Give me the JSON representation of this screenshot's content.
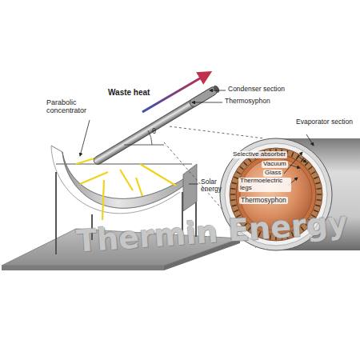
{
  "diagram": {
    "labels": [
      "Waste heat",
      "Condenser section",
      "Thermosyphon",
      "θ",
      "Parabolic concentrator",
      "Solar energy",
      "Evaporator section",
      "Selective absorber",
      "Vacuum",
      "Glass",
      "Thermoelectric legs",
      "Thermosyphon",
      "Thermin Energy"
    ]
  }
}
